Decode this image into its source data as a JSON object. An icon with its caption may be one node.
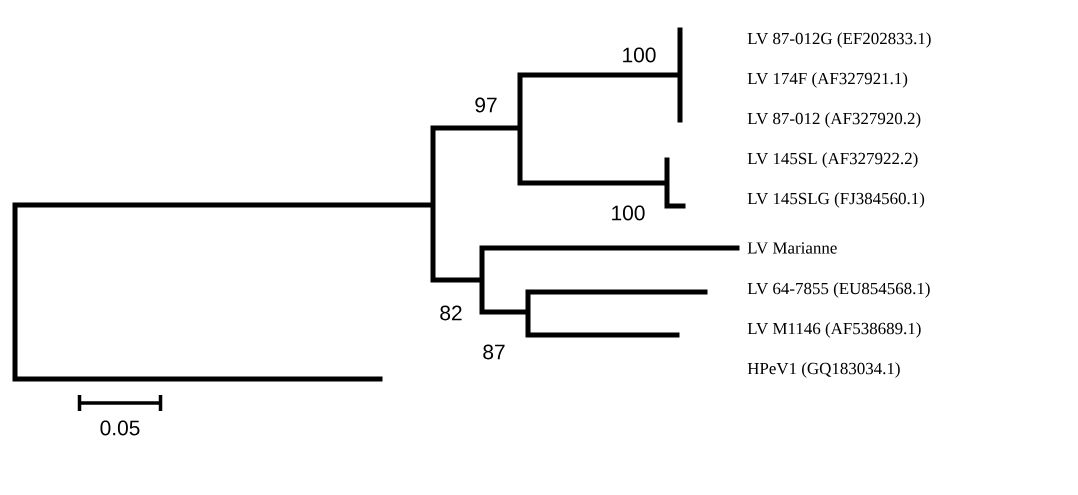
{
  "diagram": {
    "labels": [
      "LV 87-012G (EF202833.1)",
      "100",
      "LV 174F (AF327921.1)",
      "97",
      "LV 87-012 (AF327920.2)",
      "LV 145SL (AF327922.2)",
      "LV 145SLG (FJ384560.1)",
      "100",
      "LV Marianne",
      "LV 64-7855 (EU854568.1)",
      "82",
      "LV M1146 (AF538689.1)",
      "87",
      "HPeV1 (GQ183034.1)",
      "0.05"
    ]
  }
}
